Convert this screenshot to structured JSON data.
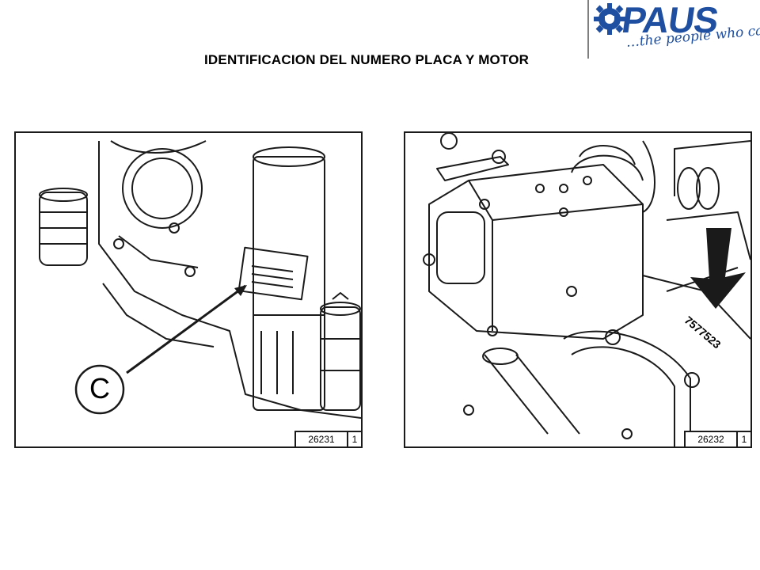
{
  "header": {
    "logo_text": "PAUS",
    "tagline": "…the people who care",
    "brand_color": "#1f4fa0"
  },
  "page": {
    "title": "IDENTIFICACION DEL NUMERO PLACA Y MOTOR"
  },
  "figures": [
    {
      "callout": "C",
      "code": "26231",
      "number": "1"
    },
    {
      "serial": "7577523",
      "code": "26232",
      "number": "1"
    }
  ]
}
